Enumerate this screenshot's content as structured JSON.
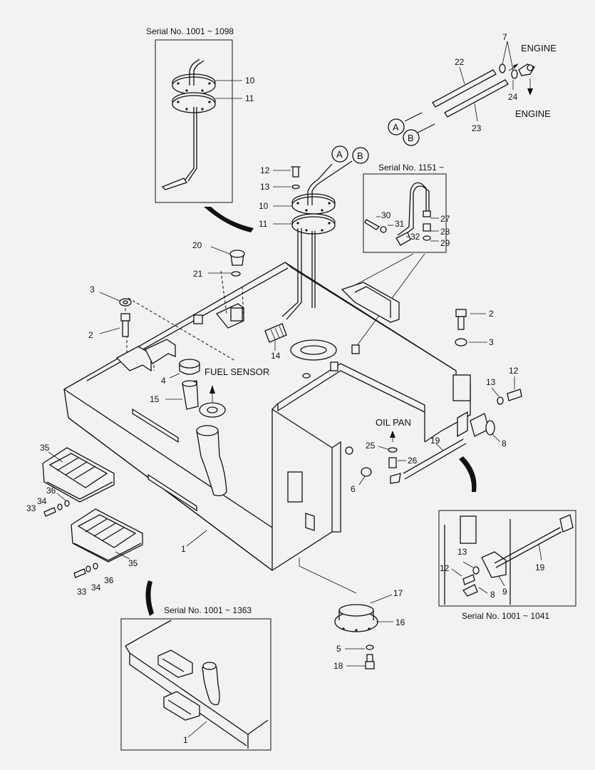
{
  "serial_labels": {
    "top_left": "Serial No. 1001 ~ 1098",
    "mid_right": "Serial No. 1151 ~",
    "bottom_right": "Serial No. 1001 ~ 1041",
    "bottom_left": "Serial No. 1001 ~ 1363"
  },
  "text_labels": {
    "engine_top": "ENGINE",
    "engine_bottom": "ENGINE",
    "fuel_sensor": "FUEL SENSOR",
    "oil_pan": "OIL PAN"
  },
  "circle_labels": {
    "a": "A",
    "b": "B"
  },
  "part_numbers": {
    "p1": "1",
    "p2": "2",
    "p3": "3",
    "p4": "4",
    "p5": "5",
    "p6": "6",
    "p7": "7",
    "p8": "8",
    "p9": "9",
    "p10": "10",
    "p11": "11",
    "p12": "12",
    "p13": "13",
    "p14": "14",
    "p15": "15",
    "p16": "16",
    "p17": "17",
    "p18": "18",
    "p19": "19",
    "p20": "20",
    "p21": "21",
    "p22": "22",
    "p23": "23",
    "p24": "24",
    "p25": "25",
    "p26": "26",
    "p27": "27",
    "p28": "28",
    "p29": "29",
    "p30": "30",
    "p31": "31",
    "p32": "32",
    "p33": "33",
    "p34": "34",
    "p35": "35",
    "p36": "36"
  }
}
